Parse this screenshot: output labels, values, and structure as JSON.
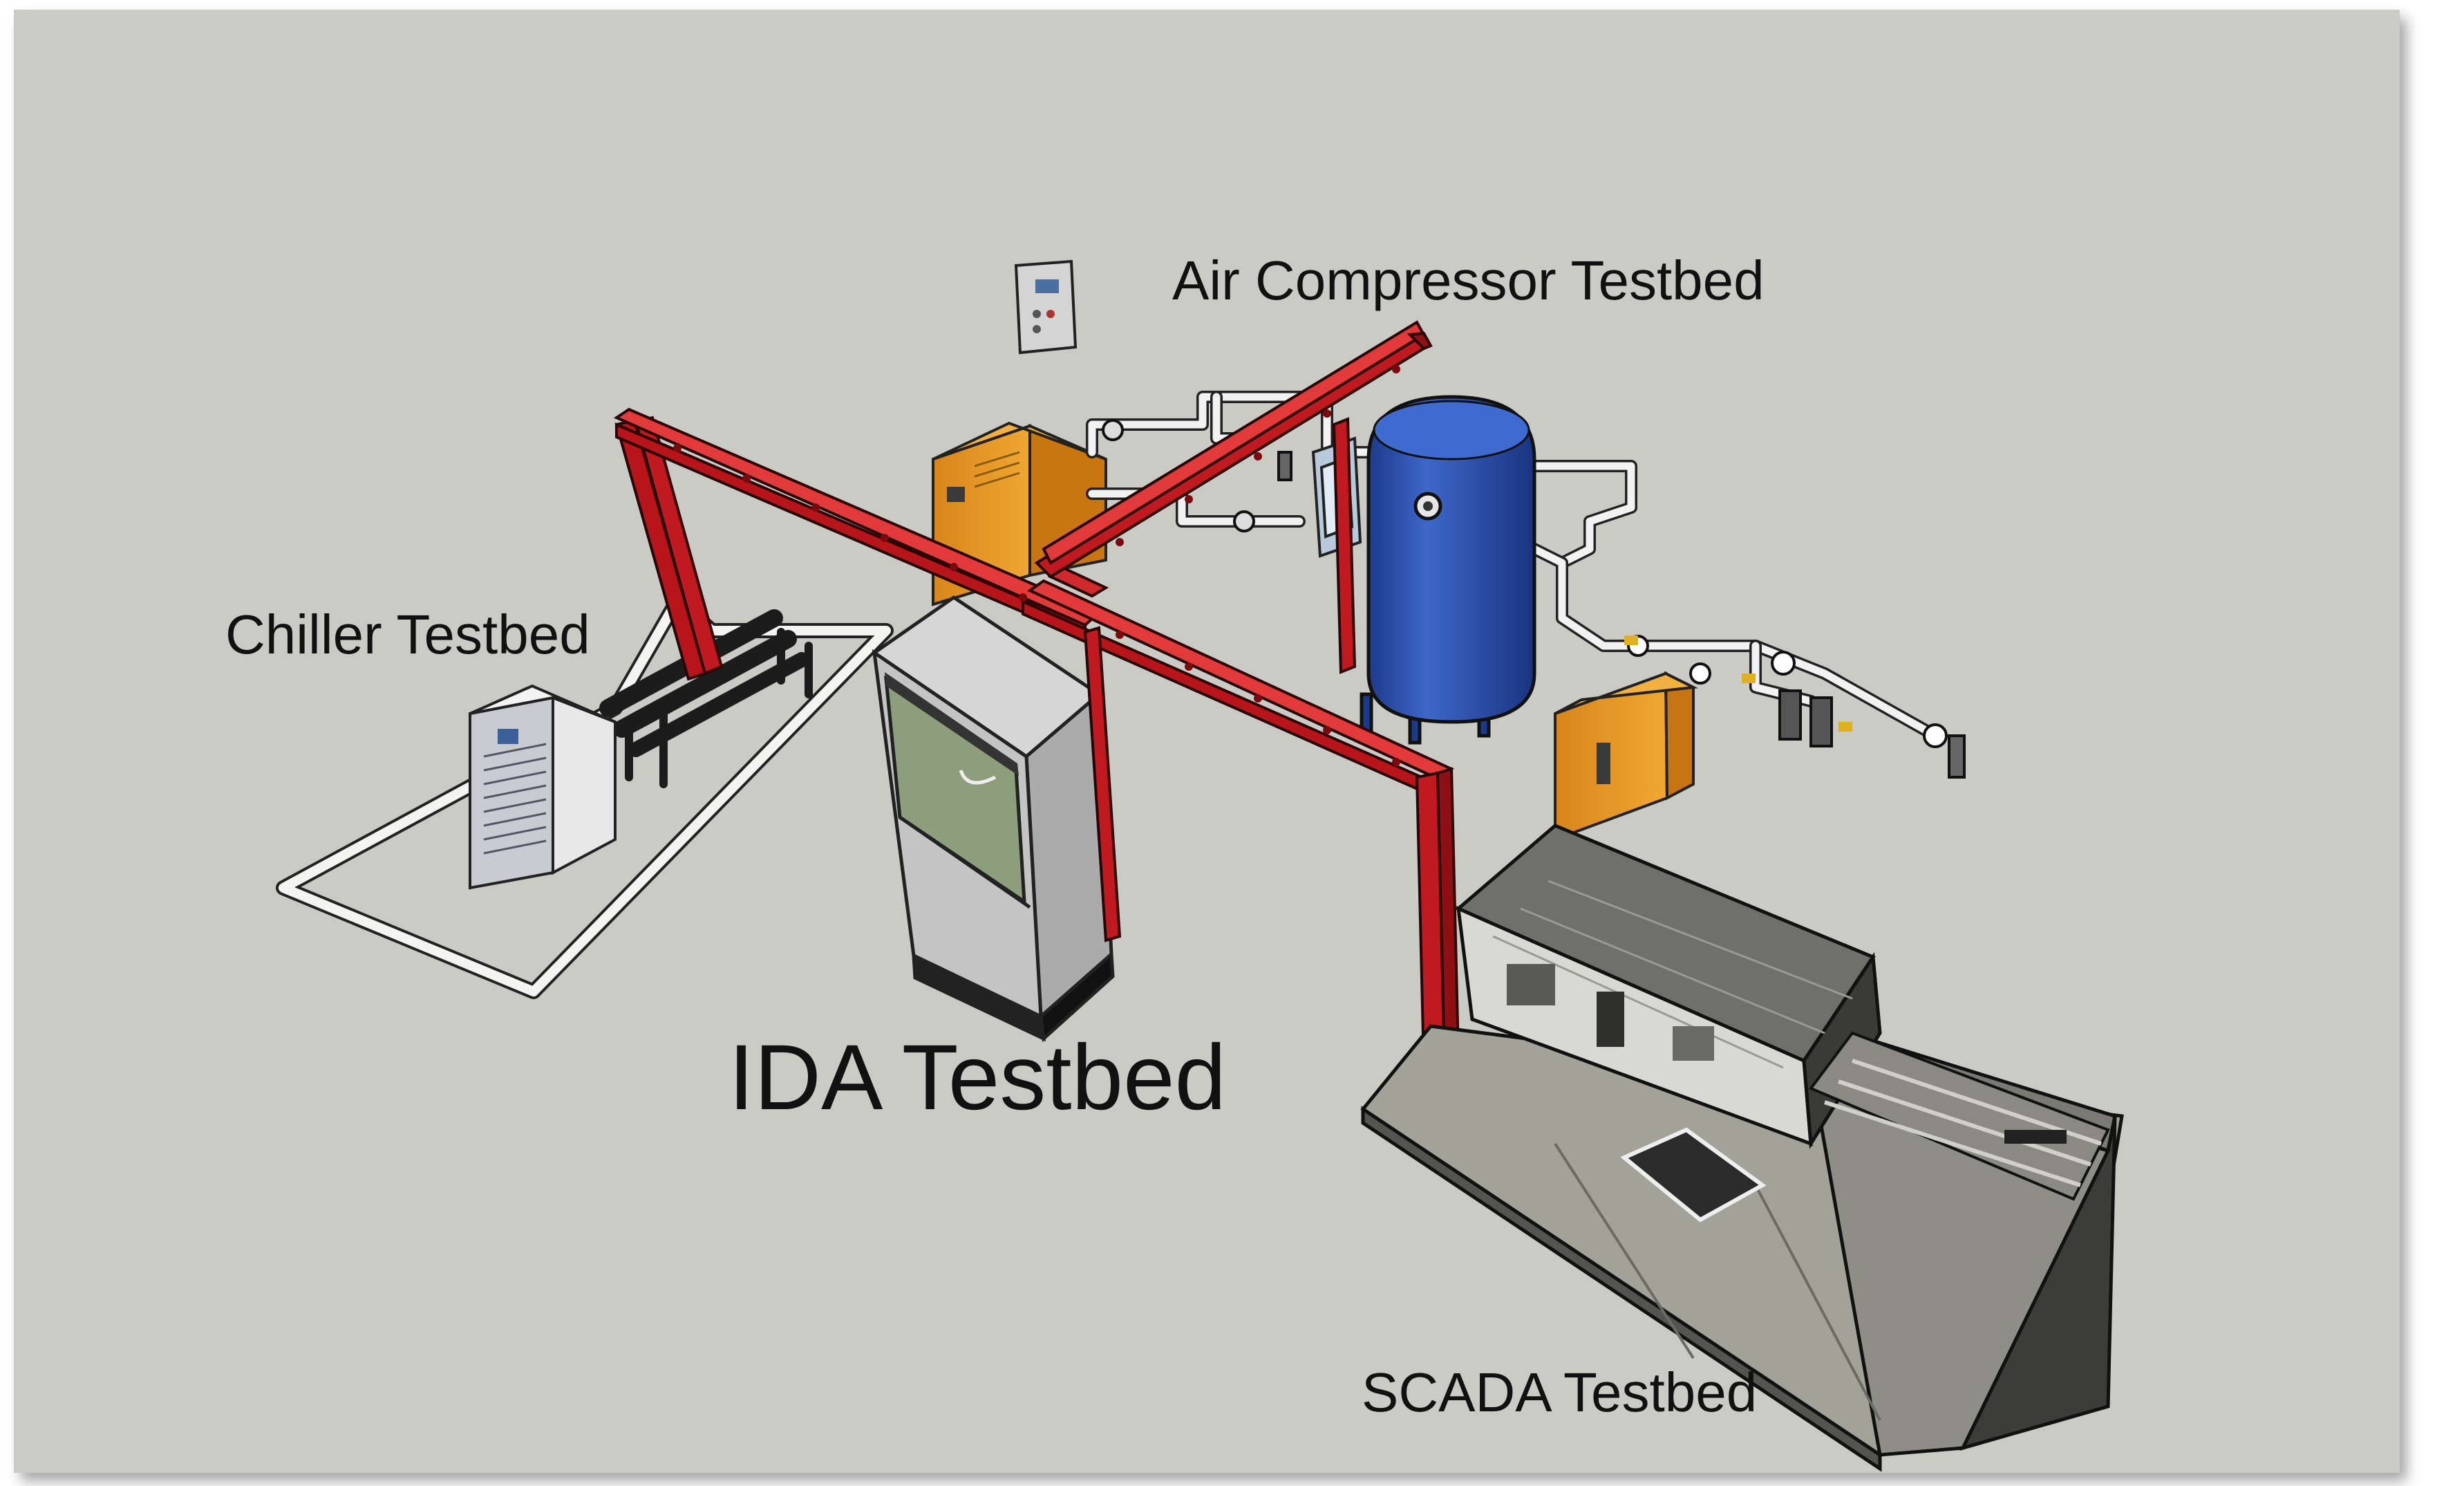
{
  "labels": {
    "air_compressor": "Air Compressor Testbed",
    "chiller": "Chiller Testbed",
    "ida": "IDA Testbed",
    "scada": "SCADA Testbed"
  },
  "colors": {
    "background": "#cbcbc5",
    "red_frame": "#c0191f",
    "tank_blue": "#2f55b4",
    "compressor_orange": "#e79a1e",
    "cabinet_gray": "#c4c4c4",
    "cabinet_window": "#8c9e7c",
    "scada_table": "#9a9a90"
  }
}
